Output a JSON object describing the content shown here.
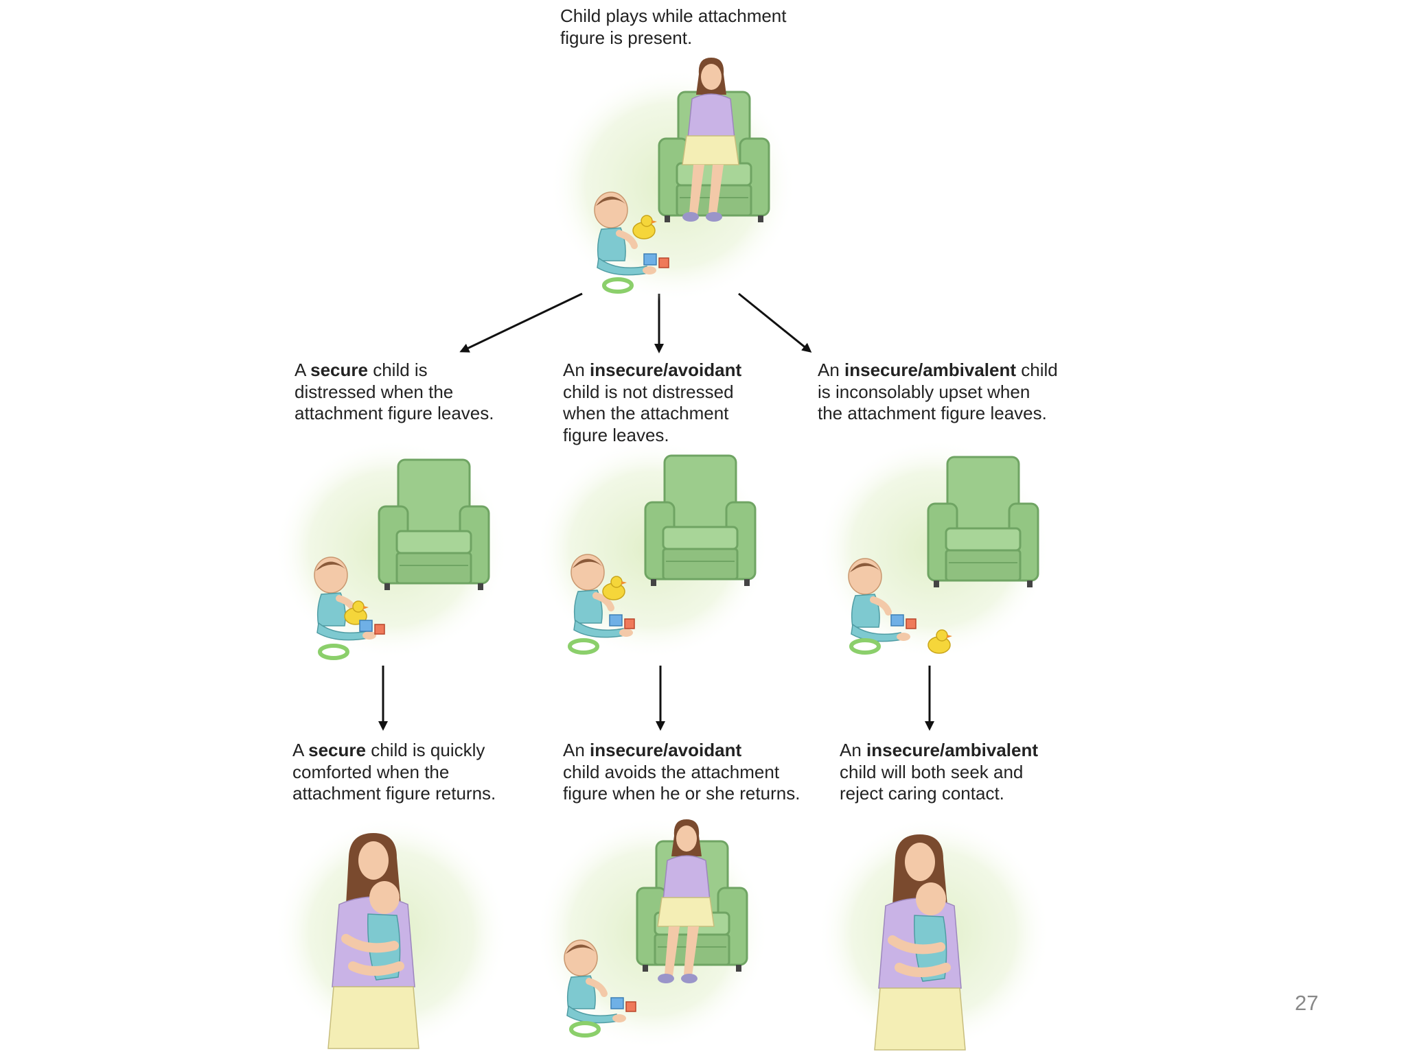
{
  "top_caption": {
    "line1": "Child plays while attachment",
    "line2": "figure is present."
  },
  "row1": {
    "secure": {
      "l1_pre": "A ",
      "l1_bold": "secure",
      "l1_post": " child is",
      "l2": "distressed when the",
      "l3": "attachment figure leaves."
    },
    "avoidant": {
      "l1_pre": "An ",
      "l1_bold": "insecure/avoidant",
      "l1_post": "",
      "l2": "child is not distressed",
      "l3": "when the attachment",
      "l4": "figure leaves."
    },
    "ambivalent": {
      "l1_pre": "An ",
      "l1_bold": "insecure/ambivalent",
      "l1_post": " child",
      "l2": "is inconsolably upset when",
      "l3": "the attachment figure leaves."
    }
  },
  "row2": {
    "secure": {
      "l1_pre": "A ",
      "l1_bold": "secure",
      "l1_post": " child is quickly",
      "l2": "comforted when the",
      "l3": "attachment figure returns."
    },
    "avoidant": {
      "l1_pre": "An ",
      "l1_bold": "insecure/avoidant",
      "l1_post": "",
      "l2": "child avoids the attachment",
      "l3": "figure when he or she returns."
    },
    "ambivalent": {
      "l1_pre": "An ",
      "l1_bold": "insecure/ambivalent",
      "l1_post": "",
      "l2": "child will both seek and",
      "l3": "reject caring contact."
    }
  },
  "page_number": "27",
  "colors": {
    "chair": "#9ccc8c",
    "chair_dark": "#6fa463",
    "glow": "#e4f0cf",
    "skin": "#f3c9a8",
    "hair_mother": "#7a4a2e",
    "hair_baby": "#8a5a3a",
    "shirt_mother": "#c9b3e6",
    "shorts_mother": "#f4eeb5",
    "baby_suit": "#7ec9d0",
    "duck": "#f5d63a",
    "ring": "#8bcf6b"
  }
}
